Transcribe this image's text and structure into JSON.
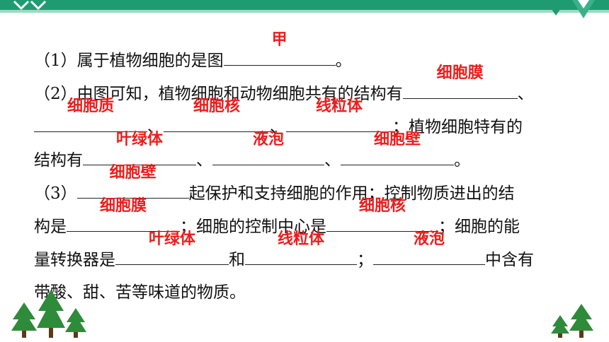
{
  "colors": {
    "frame": "#1f9b72",
    "frame_light": "#9fd8c0",
    "answer": "#ee1c1c",
    "tree": "#2e8b3a"
  },
  "q1": {
    "prefix": "（1）属于植物细胞的是图",
    "a1": "甲",
    "suffix": "。"
  },
  "q2": {
    "prefix": "（2）由图可知，植物细胞和动物细胞共有的结构有",
    "a1": "细胞膜",
    "sep1": "、",
    "a2": "细胞质",
    "sep2": "、",
    "a3": "细胞核",
    "sep3": "、",
    "a4": "线粒体",
    "mid": "；植物细胞特有的",
    "line3_prefix": "结构有",
    "a5": "叶绿体",
    "sep4": "、",
    "a6": "液泡",
    "sep5": "、",
    "a7": "细胞壁",
    "end": "。"
  },
  "q3": {
    "prefix": "（3）",
    "a1": "细胞壁",
    "text1": "起保护和支持细胞的作用；控制物质进出的结",
    "line2_prefix": "构是",
    "a2": "细胞膜",
    "text2": "；细胞的控制中心是",
    "a3": "细胞核",
    "text3": "；细胞的能",
    "line3_prefix": "量转换器是",
    "a4": "叶绿体",
    "text4": "和",
    "a5": "线粒体",
    "text5": "；",
    "a6": "液泡",
    "text6": "中含有",
    "line4": "带酸、甜、苦等味道的物质。"
  }
}
